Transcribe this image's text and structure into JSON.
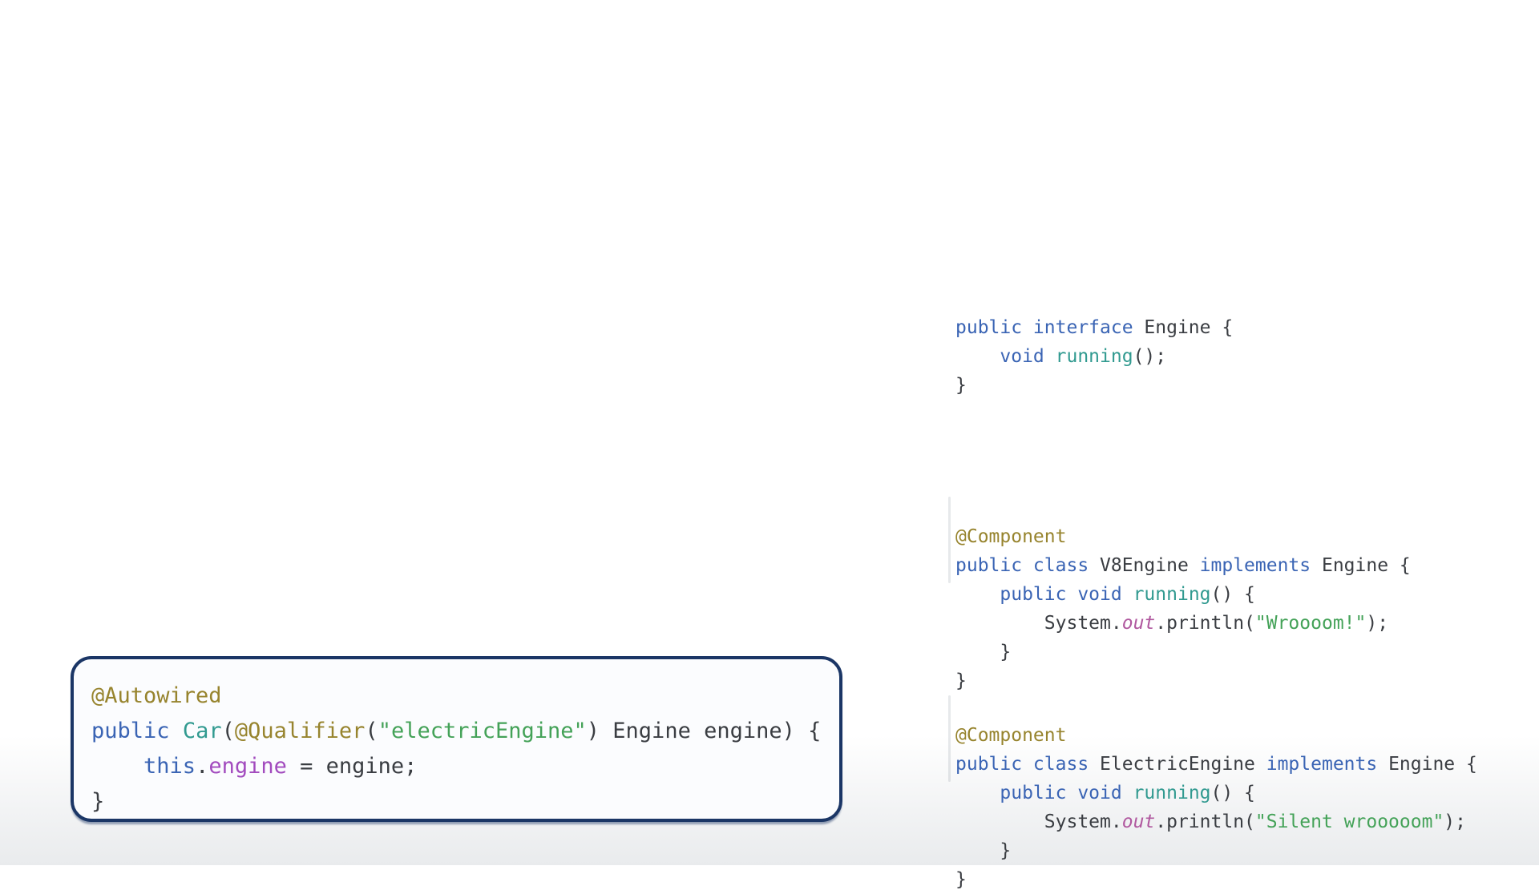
{
  "colors": {
    "keyword": "#3a64b4",
    "annotation": "#97842e",
    "string": "#44a258",
    "method": "#319a90",
    "field": "#a24bbe",
    "static_field": "#b0589f",
    "plain": "#3a3d42",
    "box_border": "#1b3666",
    "box_bg": "#fbfcfe",
    "page_bg": "#ffffff",
    "bottom_fade": "#e9ebed"
  },
  "left_box": {
    "lines": [
      [
        [
          "annotation",
          "@Autowired"
        ]
      ],
      [
        [
          "keyword",
          "public"
        ],
        [
          "plain",
          " "
        ],
        [
          "method",
          "Car"
        ],
        [
          "plain",
          "("
        ],
        [
          "annotation",
          "@Qualifier"
        ],
        [
          "plain",
          "("
        ],
        [
          "string",
          "\"electricEngine\""
        ],
        [
          "plain",
          ") Engine engine) {"
        ]
      ],
      [
        [
          "plain",
          "    "
        ],
        [
          "keyword",
          "this"
        ],
        [
          "plain",
          "."
        ],
        [
          "field",
          "engine"
        ],
        [
          "plain",
          " = engine;"
        ]
      ],
      [
        [
          "plain",
          "}"
        ]
      ]
    ]
  },
  "right_snippets": [
    {
      "lines": [
        [
          [
            "keyword",
            "public interface"
          ],
          [
            "plain",
            " Engine {"
          ]
        ],
        [
          [
            "plain",
            "    "
          ],
          [
            "keyword",
            "void"
          ],
          [
            "plain",
            " "
          ],
          [
            "method",
            "running"
          ],
          [
            "plain",
            "();"
          ]
        ],
        [
          [
            "plain",
            "}"
          ]
        ]
      ]
    },
    {
      "lines": [
        [
          [
            "annotation",
            "@Component"
          ]
        ],
        [
          [
            "keyword",
            "public class"
          ],
          [
            "plain",
            " V8Engine "
          ],
          [
            "keyword",
            "implements"
          ],
          [
            "plain",
            " Engine {"
          ]
        ],
        [
          [
            "plain",
            "    "
          ],
          [
            "keyword",
            "public void"
          ],
          [
            "plain",
            " "
          ],
          [
            "method",
            "running"
          ],
          [
            "plain",
            "() {"
          ]
        ],
        [
          [
            "plain",
            "        System."
          ],
          [
            "static_field",
            "out"
          ],
          [
            "plain",
            ".println("
          ],
          [
            "string",
            "\"Wroooom!\""
          ],
          [
            "plain",
            ");"
          ]
        ],
        [
          [
            "plain",
            "    }"
          ]
        ],
        [
          [
            "plain",
            "}"
          ]
        ]
      ]
    },
    {
      "lines": [
        [
          [
            "annotation",
            "@Component"
          ]
        ],
        [
          [
            "keyword",
            "public class"
          ],
          [
            "plain",
            " ElectricEngine "
          ],
          [
            "keyword",
            "implements"
          ],
          [
            "plain",
            " Engine {"
          ]
        ],
        [
          [
            "plain",
            "    "
          ],
          [
            "keyword",
            "public void"
          ],
          [
            "plain",
            " "
          ],
          [
            "method",
            "running"
          ],
          [
            "plain",
            "() {"
          ]
        ],
        [
          [
            "plain",
            "        System."
          ],
          [
            "static_field",
            "out"
          ],
          [
            "plain",
            ".println("
          ],
          [
            "string",
            "\"Silent wrooooom\""
          ],
          [
            "plain",
            ");"
          ]
        ],
        [
          [
            "plain",
            "    }"
          ]
        ],
        [
          [
            "plain",
            "}"
          ]
        ]
      ]
    }
  ]
}
